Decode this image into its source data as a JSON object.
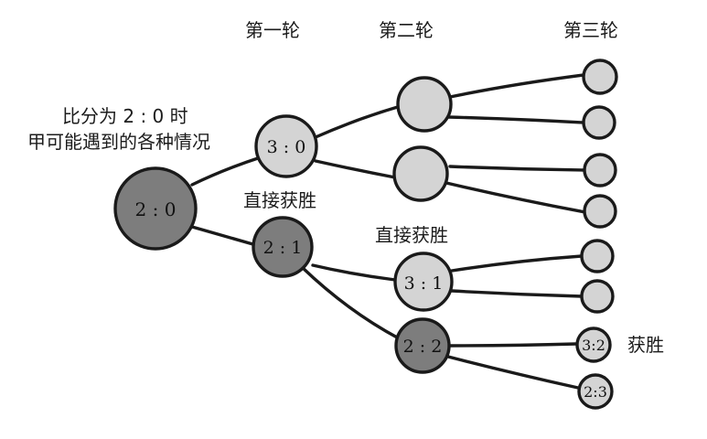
{
  "headers": {
    "round1": "第一轮",
    "round2": "第二轮",
    "round3": "第三轮"
  },
  "caption": {
    "line1": "比分为 2 : 0 时",
    "line2": "甲可能遇到的各种情况"
  },
  "annotations": {
    "direct_win_round1": "直接获胜",
    "direct_win_round2": "直接获胜",
    "win": "获胜"
  },
  "colors": {
    "dark_node": "#7d7d7d",
    "light_node": "#d4d4d4",
    "outline": "#1a1a1a"
  },
  "nodes": {
    "root": "2 : 0",
    "r1_win": "3 : 0",
    "r1_lose": "2 : 1",
    "r2_win": "3 : 1",
    "r2_lose": "2 : 2",
    "r3_win": "3:2",
    "r3_lose": "2:3"
  }
}
